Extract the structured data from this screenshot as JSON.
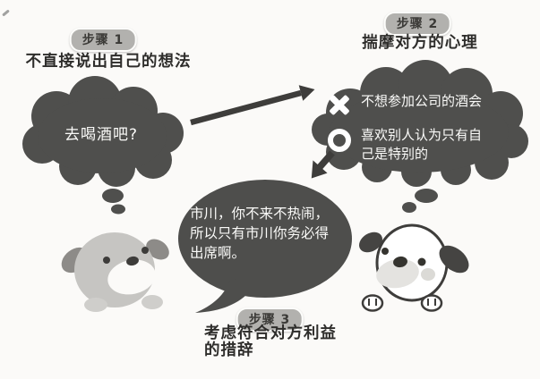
{
  "steps": {
    "step1": {
      "badge": "步骤 1",
      "description": "不直接说出自己的想法"
    },
    "step2": {
      "badge": "步骤 2",
      "description": "揣摩对方的心理"
    },
    "step3": {
      "badge": "步骤 3",
      "description": "考虑符合对方利益的措辞",
      "lines": [
        "考虑符合对方利益",
        "的措辞"
      ]
    }
  },
  "left_thought_bubble": {
    "speaker": "left-dog",
    "text": "去喝酒吧?"
  },
  "right_thought_bubble": {
    "speaker": "right-dog",
    "items": [
      {
        "icon": "cross-icon",
        "glyph": "✕",
        "text": "不想参加公司的酒会",
        "lines": [
          "不想参加公司的酒会"
        ]
      },
      {
        "icon": "circle-icon",
        "glyph": "○",
        "text": "喜欢别人认为只有自己是特别的",
        "lines": [
          "喜欢别人认为只有自",
          "己是特别的"
        ]
      }
    ]
  },
  "speech_bubble": {
    "speaker": "left-dog",
    "text": "市川，你不来不热闹，所以只有市川你务必得出席啊。",
    "lines": [
      "市川，你不来不热闹，",
      "所以只有市川你务必得",
      "出席啊。"
    ]
  },
  "characters": {
    "left": "yellow-dog-speaker",
    "right": "white-dog-listener"
  },
  "colors": {
    "paper": "#fbfaf8",
    "bubble_fill": "#4f4f4d",
    "badge_bg": "#b2b1ae",
    "text_dark": "#2e2d2b",
    "bubble_text": "#fafaf8"
  }
}
